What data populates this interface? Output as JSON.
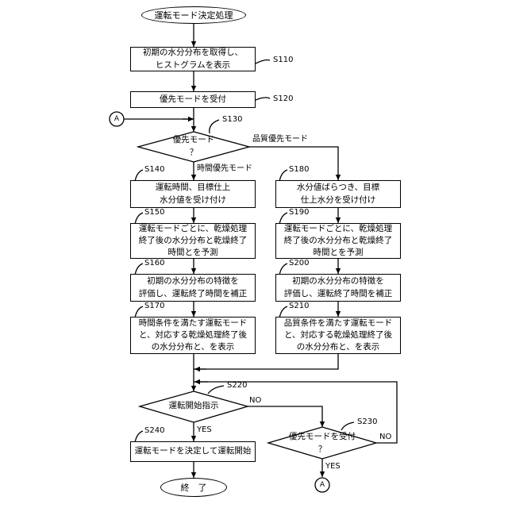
{
  "flow": {
    "start": "運転モード決定処理",
    "s110": {
      "text": "初期の水分分布を取得し、\nヒストグラムを表示",
      "step": "S110"
    },
    "s120": {
      "text": "優先モードを受付",
      "step": "S120"
    },
    "s130": {
      "text": "優先モード\n？",
      "step": "S130",
      "branch_right": "品質優先モード",
      "branch_down": "時間優先モード"
    },
    "s140": {
      "text": "運転時間、目標仕上\n水分値を受け付け",
      "step": "S140"
    },
    "s150": {
      "text": "運転モードごとに、乾燥処理\n終了後の水分分布と乾燥終了\n時間とを予測",
      "step": "S150"
    },
    "s160": {
      "text": "初期の水分分布の特徴を\n評価し、運転終了時間を補正",
      "step": "S160"
    },
    "s170": {
      "text": "時間条件を満たす運転モード\nと、対応する乾燥処理終了後\nの水分分布と、を表示",
      "step": "S170"
    },
    "s180": {
      "text": "水分値ばらつき、目標\n仕上水分を受け付け",
      "step": "S180"
    },
    "s190": {
      "text": "運転モードごとに、乾燥処理\n終了後の水分分布と乾燥終了\n時間とを予測",
      "step": "S190"
    },
    "s200": {
      "text": "初期の水分分布の特徴を\n評価し、運転終了時間を補正",
      "step": "S200"
    },
    "s210": {
      "text": "品質条件を満たす運転モード\nと、対応する乾燥処理終了後\nの水分分布と、を表示",
      "step": "S210"
    },
    "s220": {
      "text": "運転開始指示",
      "step": "S220",
      "no": "NO",
      "yes": "YES"
    },
    "s230": {
      "text": "優先モードを受付\n？",
      "step": "S230",
      "no": "NO",
      "yes": "YES"
    },
    "s240": {
      "text": "運転モードを決定して運転開始",
      "step": "S240"
    },
    "end": "終　了",
    "connector": "A"
  }
}
